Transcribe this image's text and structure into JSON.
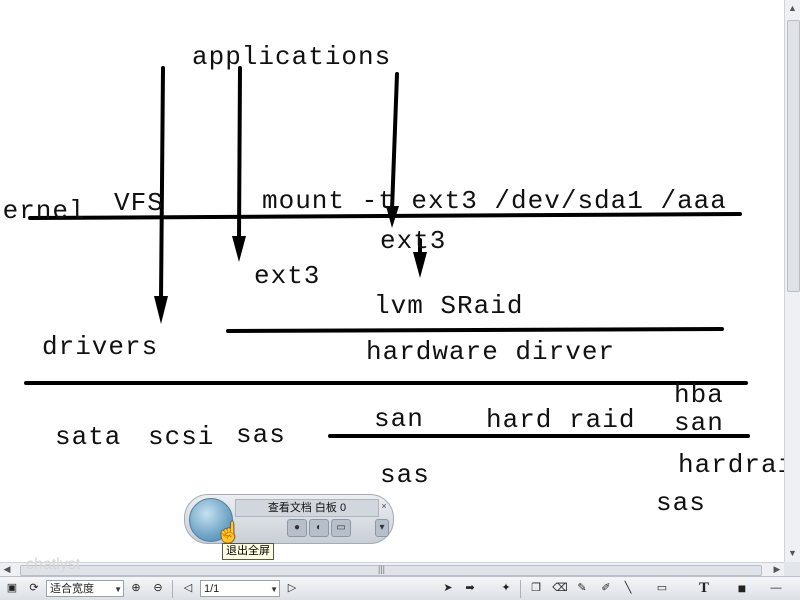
{
  "whiteboard": {
    "labels": {
      "applications": "applications",
      "kernel": "kernel",
      "vfs": "VFS",
      "mount_cmd": "mount -t ext3 /dev/sda1 /aaa",
      "ext3_right": "ext3",
      "ext3_left": "ext3",
      "lvm_sraid": "lvm SRaid",
      "drivers": "drivers",
      "hardware_driver": "hardware dirver",
      "sata": "sata",
      "scsi": "scsi",
      "sas_left": "sas",
      "san_mid": "san",
      "hard_raid": "hard raid",
      "hba": "hba",
      "san_right": "san",
      "sas_mid": "sas",
      "hardraid_right": "hardrai",
      "sas_right": "sas"
    },
    "ink_color": "#000000"
  },
  "floating_panel": {
    "title": "查看文档 白板 0",
    "close_glyph": "×",
    "tooltip": "退出全屏"
  },
  "toolbar": {
    "zoom_mode": "适合宽度",
    "page_indicator": "1/1"
  },
  "watermark": "chatlyst"
}
